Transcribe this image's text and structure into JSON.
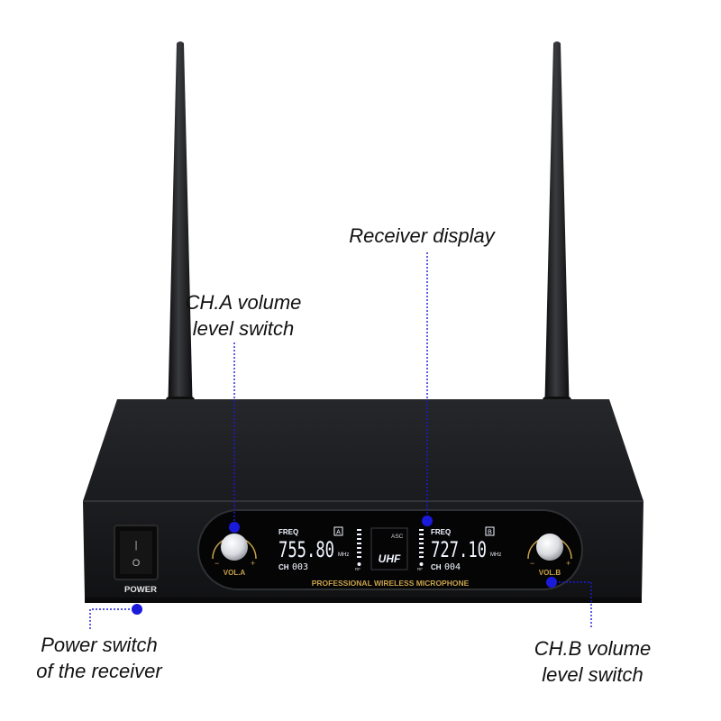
{
  "callouts": {
    "receiver_display": "Receiver display",
    "ch_a_line1": "CH.A volume",
    "ch_a_line2": "level switch",
    "power_line1": "Power switch",
    "power_line2": "of the receiver",
    "ch_b_line1": "CH.B volume",
    "ch_b_line2": "level switch"
  },
  "device": {
    "power_label": "POWER",
    "switch_on_symbol": "|",
    "switch_off_symbol": "O",
    "vol_a_label": "VOL.A",
    "vol_b_label": "VOL.B",
    "minus": "−",
    "plus": "+",
    "panel_text": "PROFESSIONAL WIRELESS MICROPHONE",
    "display_a": {
      "freq_label": "FREQ",
      "freq_value": "755.80",
      "unit": "MHz",
      "ch_label": "CH",
      "ch_value": "003",
      "badge": "A"
    },
    "display_b": {
      "freq_label": "FREQ",
      "freq_value": "727.10",
      "unit": "MHz",
      "ch_label": "CH",
      "ch_value": "004",
      "badge": "B"
    },
    "center_top": "ASC",
    "center_brand": "UHF",
    "rf_label": "RF"
  },
  "colors": {
    "marker": "#1a1adb",
    "lcd_text": "#f2f6ff",
    "panel_text": "#c9a24a",
    "body": "#1b1c1f"
  }
}
